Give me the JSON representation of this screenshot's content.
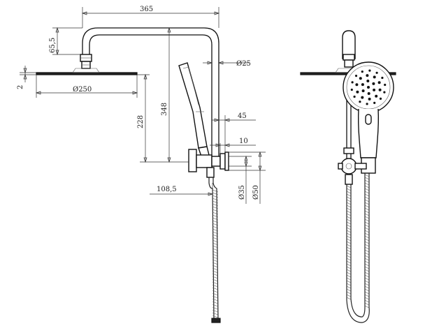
{
  "dimensions": {
    "arm_length": "365",
    "arm_drop": "65,5",
    "head_thickness": "2",
    "head_diameter": "Ø250",
    "pipe_diameter": "Ø25",
    "arm_to_bracket": "228",
    "overall_height": "348",
    "bracket_offset": "45",
    "wall_plate_depth": "10",
    "hose_offset": "108,5",
    "outlet_diameter_small": "Ø35",
    "outlet_diameter_large": "Ø50"
  },
  "colors": {
    "line": "#111111",
    "dimension": "#333333",
    "background": "#ffffff"
  }
}
